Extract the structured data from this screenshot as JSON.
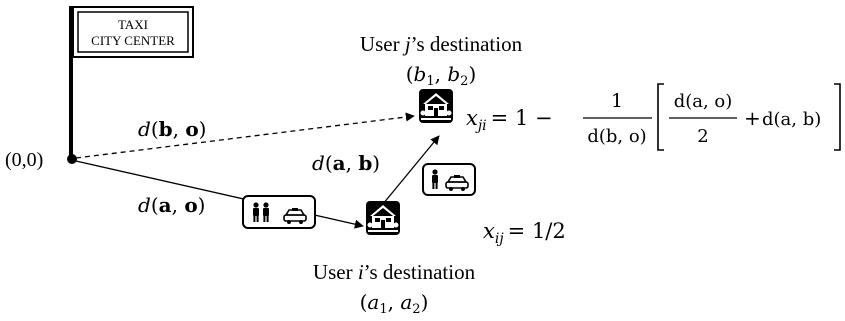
{
  "sign": {
    "line1": "TAXI",
    "line2": "CITY CENTER"
  },
  "origin": {
    "label": "(0,0)"
  },
  "user_j": {
    "label_prefix": "User ",
    "var": "j",
    "label_suffix": "’s destination",
    "coord": {
      "open": "(",
      "v1": "b",
      "s1": "1",
      "sep": ", ",
      "v2": "b",
      "s2": "2",
      "close": ")"
    }
  },
  "user_i": {
    "label_prefix": "User ",
    "var": "i",
    "label_suffix": "’s destination",
    "coord": {
      "open": "(",
      "v1": "a",
      "s1": "1",
      "sep": ", ",
      "v2": "a",
      "s2": "2",
      "close": ")"
    }
  },
  "distances": {
    "bo": {
      "d": "d",
      "open": "(",
      "p1": "b",
      "sep": ", ",
      "p2": "o",
      "close": ")"
    },
    "ao": {
      "d": "d",
      "open": "(",
      "p1": "a",
      "sep": ", ",
      "p2": "o",
      "close": ")"
    },
    "ab": {
      "d": "d",
      "open": "(",
      "p1": "a",
      "sep": ", ",
      "p2": "b",
      "close": ")"
    }
  },
  "formula_ji": {
    "lhs_var": "x",
    "lhs_sub": "ji",
    "eq": "= 1 −",
    "frac1_num": "1",
    "frac1_den": "d(b, o)",
    "frac2_num": "d(a, o)",
    "frac2_den": "2",
    "plus": "+",
    "tail": "d(a, b)"
  },
  "formula_ij": {
    "lhs_var": "x",
    "lhs_sub": "ij",
    "rhs": "= 1/2"
  },
  "icons": {
    "taxi_two_riders": "two-passengers-taxi-icon",
    "taxi_one_rider": "one-passenger-taxi-icon",
    "house": "house-icon",
    "flag": "taxi-flag-icon"
  }
}
